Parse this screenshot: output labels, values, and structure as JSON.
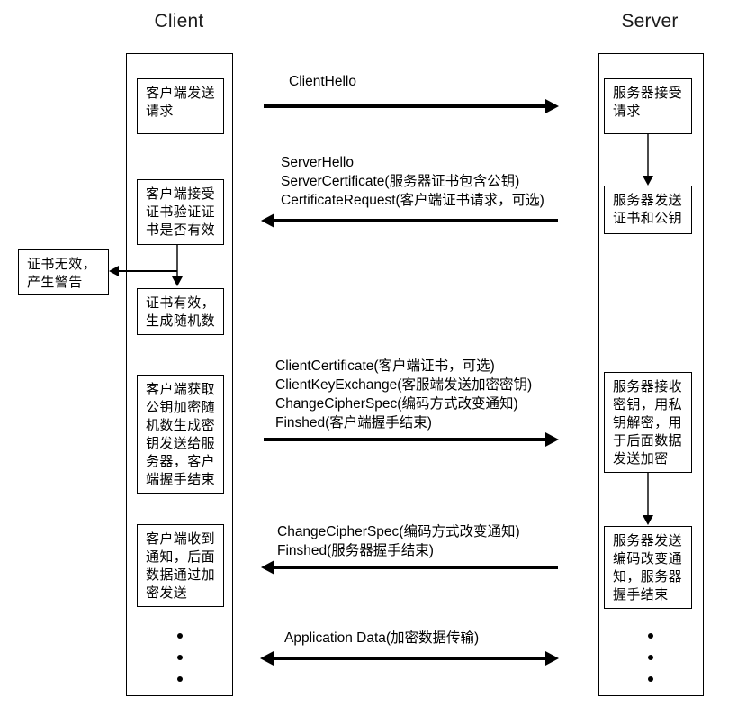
{
  "lanes": [
    {
      "title": "Client"
    },
    {
      "title": "Server"
    }
  ],
  "client_nodes": [
    {
      "name": "client-send-request",
      "text": "客户端发送\n请求"
    },
    {
      "name": "client-verify-certificate",
      "text": "客户端接受\n证书验证证\n书是否有效"
    },
    {
      "name": "certificate-valid-random",
      "text": "证书有效，\n生成随机数"
    },
    {
      "name": "client-encrypt-key",
      "text": "客户端获取\n公钥加密随\n机数生成密\n钥发送给服\n务器，客户\n端握手结束"
    },
    {
      "name": "client-receive-notice",
      "text": "客户端收到\n通知，后面\n数据通过加\n密发送"
    }
  ],
  "server_nodes": [
    {
      "name": "server-accept-request",
      "text": "服务器接受\n请求"
    },
    {
      "name": "server-send-certificate",
      "text": "服务器发送\n证书和公钥"
    },
    {
      "name": "server-receive-key",
      "text": "服务器接收\n密钥，用私\n钥解密，用\n于后面数据\n发送加密"
    },
    {
      "name": "server-send-changecipher",
      "text": "服务器发送\n编码改变通\n知，服务器\n握手结束"
    }
  ],
  "side_nodes": [
    {
      "name": "certificate-invalid-alert",
      "text": "证书无效，\n产生警告"
    }
  ],
  "messages": [
    {
      "name": "client-hello",
      "label": "ClientHello",
      "direction": "right"
    },
    {
      "name": "server-hello-group",
      "label": "ServerHello\nServerCertificate(服务器证书包含公钥)\nCertificateRequest(客户端证书请求，可选)",
      "direction": "left"
    },
    {
      "name": "client-key-exchange-group",
      "label": "ClientCertificate(客户端证书，可选)\nClientKeyExchange(客服端发送加密密钥)\nChangeCipherSpec(编码方式改变通知)\nFinshed(客户端握手结束)",
      "direction": "right"
    },
    {
      "name": "server-changecipher-group",
      "label": "ChangeCipherSpec(编码方式改变通知)\nFinshed(服务器握手结束)",
      "direction": "left"
    },
    {
      "name": "application-data",
      "label": "Application Data(加密数据传输)",
      "direction": "both"
    }
  ],
  "colors": {
    "stroke": "#000000",
    "background": "#ffffff",
    "connector": "#4a4a4a"
  }
}
